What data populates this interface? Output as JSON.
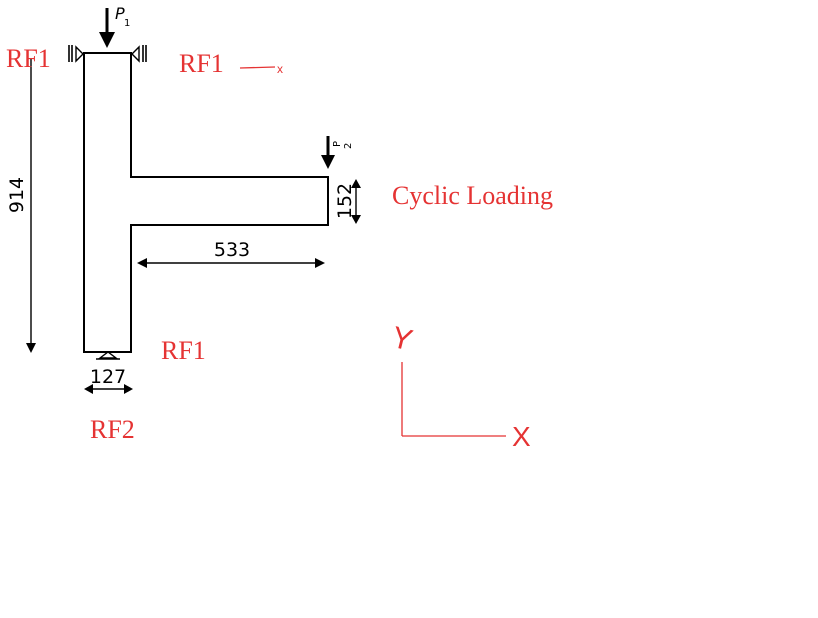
{
  "labels": {
    "rf1_top_left": "RF1",
    "rf1_top_right": "RF1",
    "rf1_bottom": "RF1",
    "rf2": "RF2",
    "cyclic_loading": "Cyclic Loading"
  },
  "loads": {
    "p1": {
      "symbol": "P",
      "subscript": "1"
    },
    "p2": {
      "symbol": "P",
      "subscript": "2"
    }
  },
  "dimensions": {
    "height": "914",
    "flange_thickness": "152",
    "flange_length": "533",
    "web_width": "127"
  },
  "axes": {
    "x_mark": "x",
    "x_axis": "X",
    "y_axis": "Y"
  },
  "colors": {
    "annotation_red": "#e53333",
    "structure": "#000000",
    "background": "#ffffff"
  }
}
